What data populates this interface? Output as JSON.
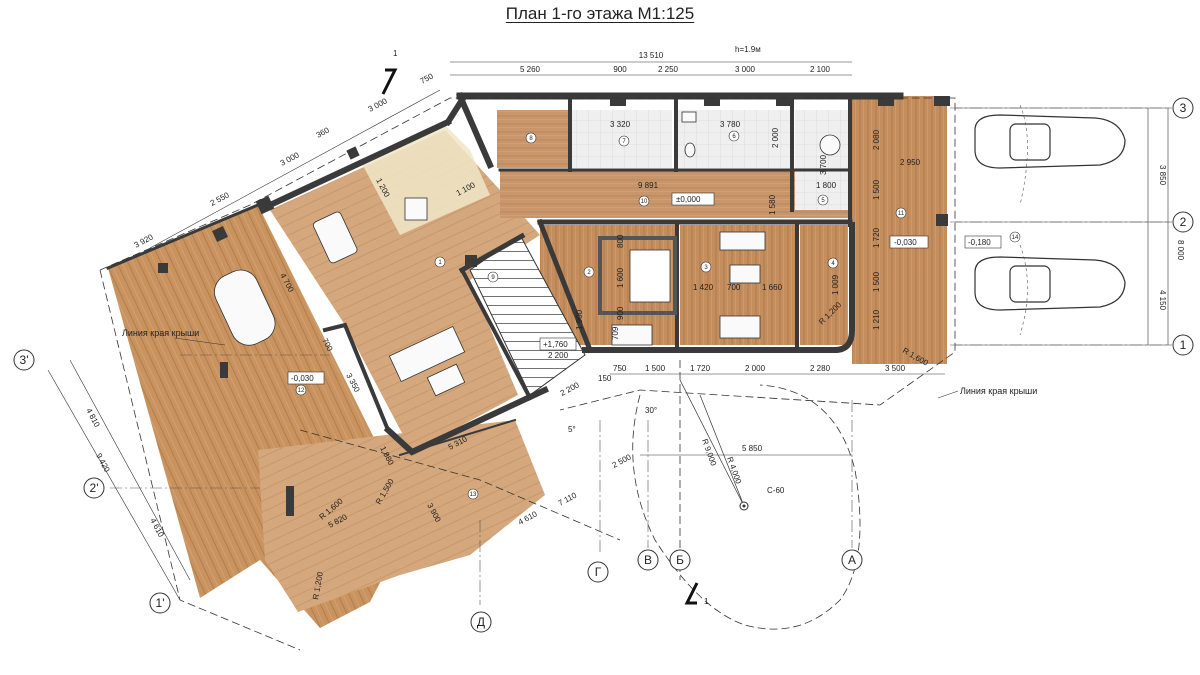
{
  "title": "План 1-го этажа М1:125",
  "colors": {
    "wood": "#c9956a",
    "wood_dark": "#a8743f",
    "wall": "#3a3a3a",
    "tile": "#eeeeee",
    "line": "#333333"
  },
  "top_dimensions": {
    "total": "13 510",
    "segments": [
      "5 260",
      "900",
      "2 250",
      "3 000",
      "2 100"
    ]
  },
  "diagonal_dimensions": [
    "750",
    "3 000",
    "360",
    "3 000",
    "2 550",
    "3 920"
  ],
  "left_dimensions": [
    "4 810",
    "9 420",
    "4 610"
  ],
  "right_dimensions": {
    "total": "8 000",
    "segments": [
      "3 850",
      "4 150"
    ]
  },
  "interior_dimensions": [
    "3 320",
    "3 780",
    "2 000",
    "3 700",
    "2 080",
    "9 891",
    "1 800",
    "2 950",
    "1 500",
    "1 720",
    "1 580",
    "1 200",
    "1 100",
    "4 700",
    "1 600",
    "800",
    "900",
    "700",
    "1 420",
    "1 660",
    "1 009",
    "1 500",
    "1 210",
    "2 200",
    "1 900",
    "1 720",
    "2 000",
    "2 280",
    "3 500",
    "1 500",
    "750",
    "150",
    "2 200",
    "5 850",
    "2 500",
    "7 110",
    "4 610",
    "5 310",
    "3 900",
    "5 820",
    "1 980",
    "3 350",
    "700",
    "709"
  ],
  "levels": [
    "±0,000",
    "-0,030",
    "-0,180",
    "-0,030",
    "+1,760"
  ],
  "radii": [
    "R 9,000",
    "R 4,000",
    "R 1,500",
    "R 1,600",
    "R 1,200",
    "R 1,200",
    "R 1,600"
  ],
  "height_note": "h=1.9м",
  "roof_edge_label": "Линия края крыши",
  "room_numbers": [
    "1",
    "2",
    "3",
    "4",
    "5",
    "6",
    "7",
    "8",
    "9",
    "10",
    "11",
    "12",
    "13",
    "14"
  ],
  "angles": [
    "30°",
    "5°"
  ],
  "tree_label": "С-60",
  "section_marks": [
    "1",
    "1"
  ],
  "axes_right": [
    "1",
    "2",
    "3"
  ],
  "axes_bottom": [
    "Д",
    "Г",
    "В",
    "Б",
    "А"
  ],
  "axes_left": [
    "3'",
    "2'",
    "1'"
  ]
}
